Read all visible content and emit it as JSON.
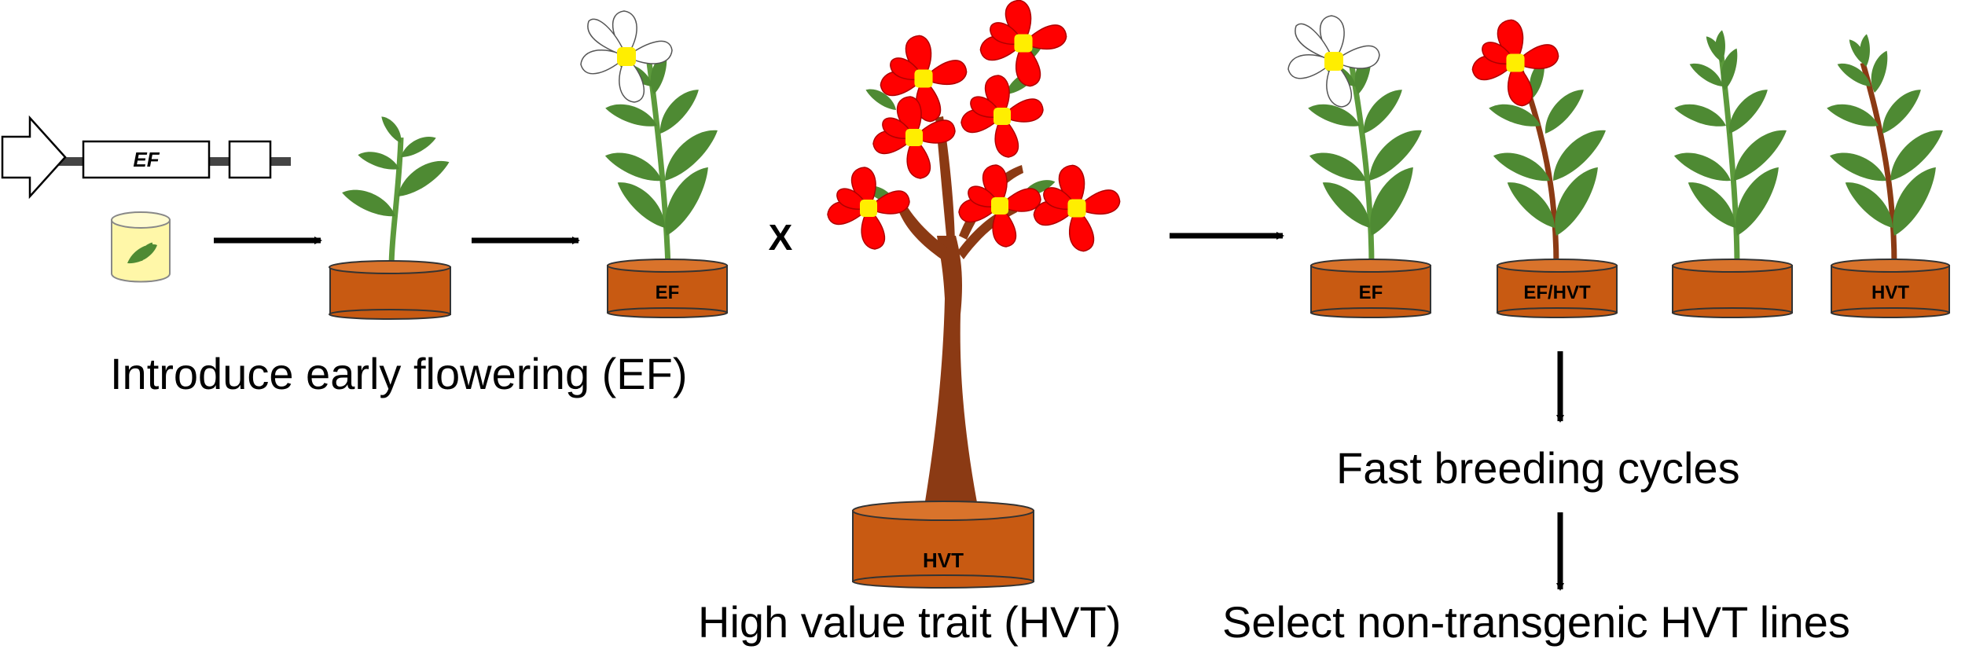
{
  "construct": {
    "gene_label": "EF"
  },
  "pots": {
    "seedling_pot": "",
    "ef_pot": "EF",
    "hvt_tree_pot": "HVT",
    "progeny": [
      "EF",
      "EF/HVT",
      "",
      "HVT"
    ]
  },
  "cross_symbol": "X",
  "captions": {
    "introduce": "Introduce early flowering (EF)",
    "hvt": "High value trait (HVT)",
    "fast_breeding": "Fast breeding cycles",
    "select": "Select non-transgenic HVT lines"
  },
  "colors": {
    "pot": "#c85a12",
    "leaf": "#4e8a33",
    "stem_green": "#5c9a3c",
    "stem_brown": "#8b3a14",
    "red_flower": "#ff0000",
    "white_flower": "#ffffff",
    "flower_center": "#ffee00",
    "trunk": "#8b3a14"
  }
}
